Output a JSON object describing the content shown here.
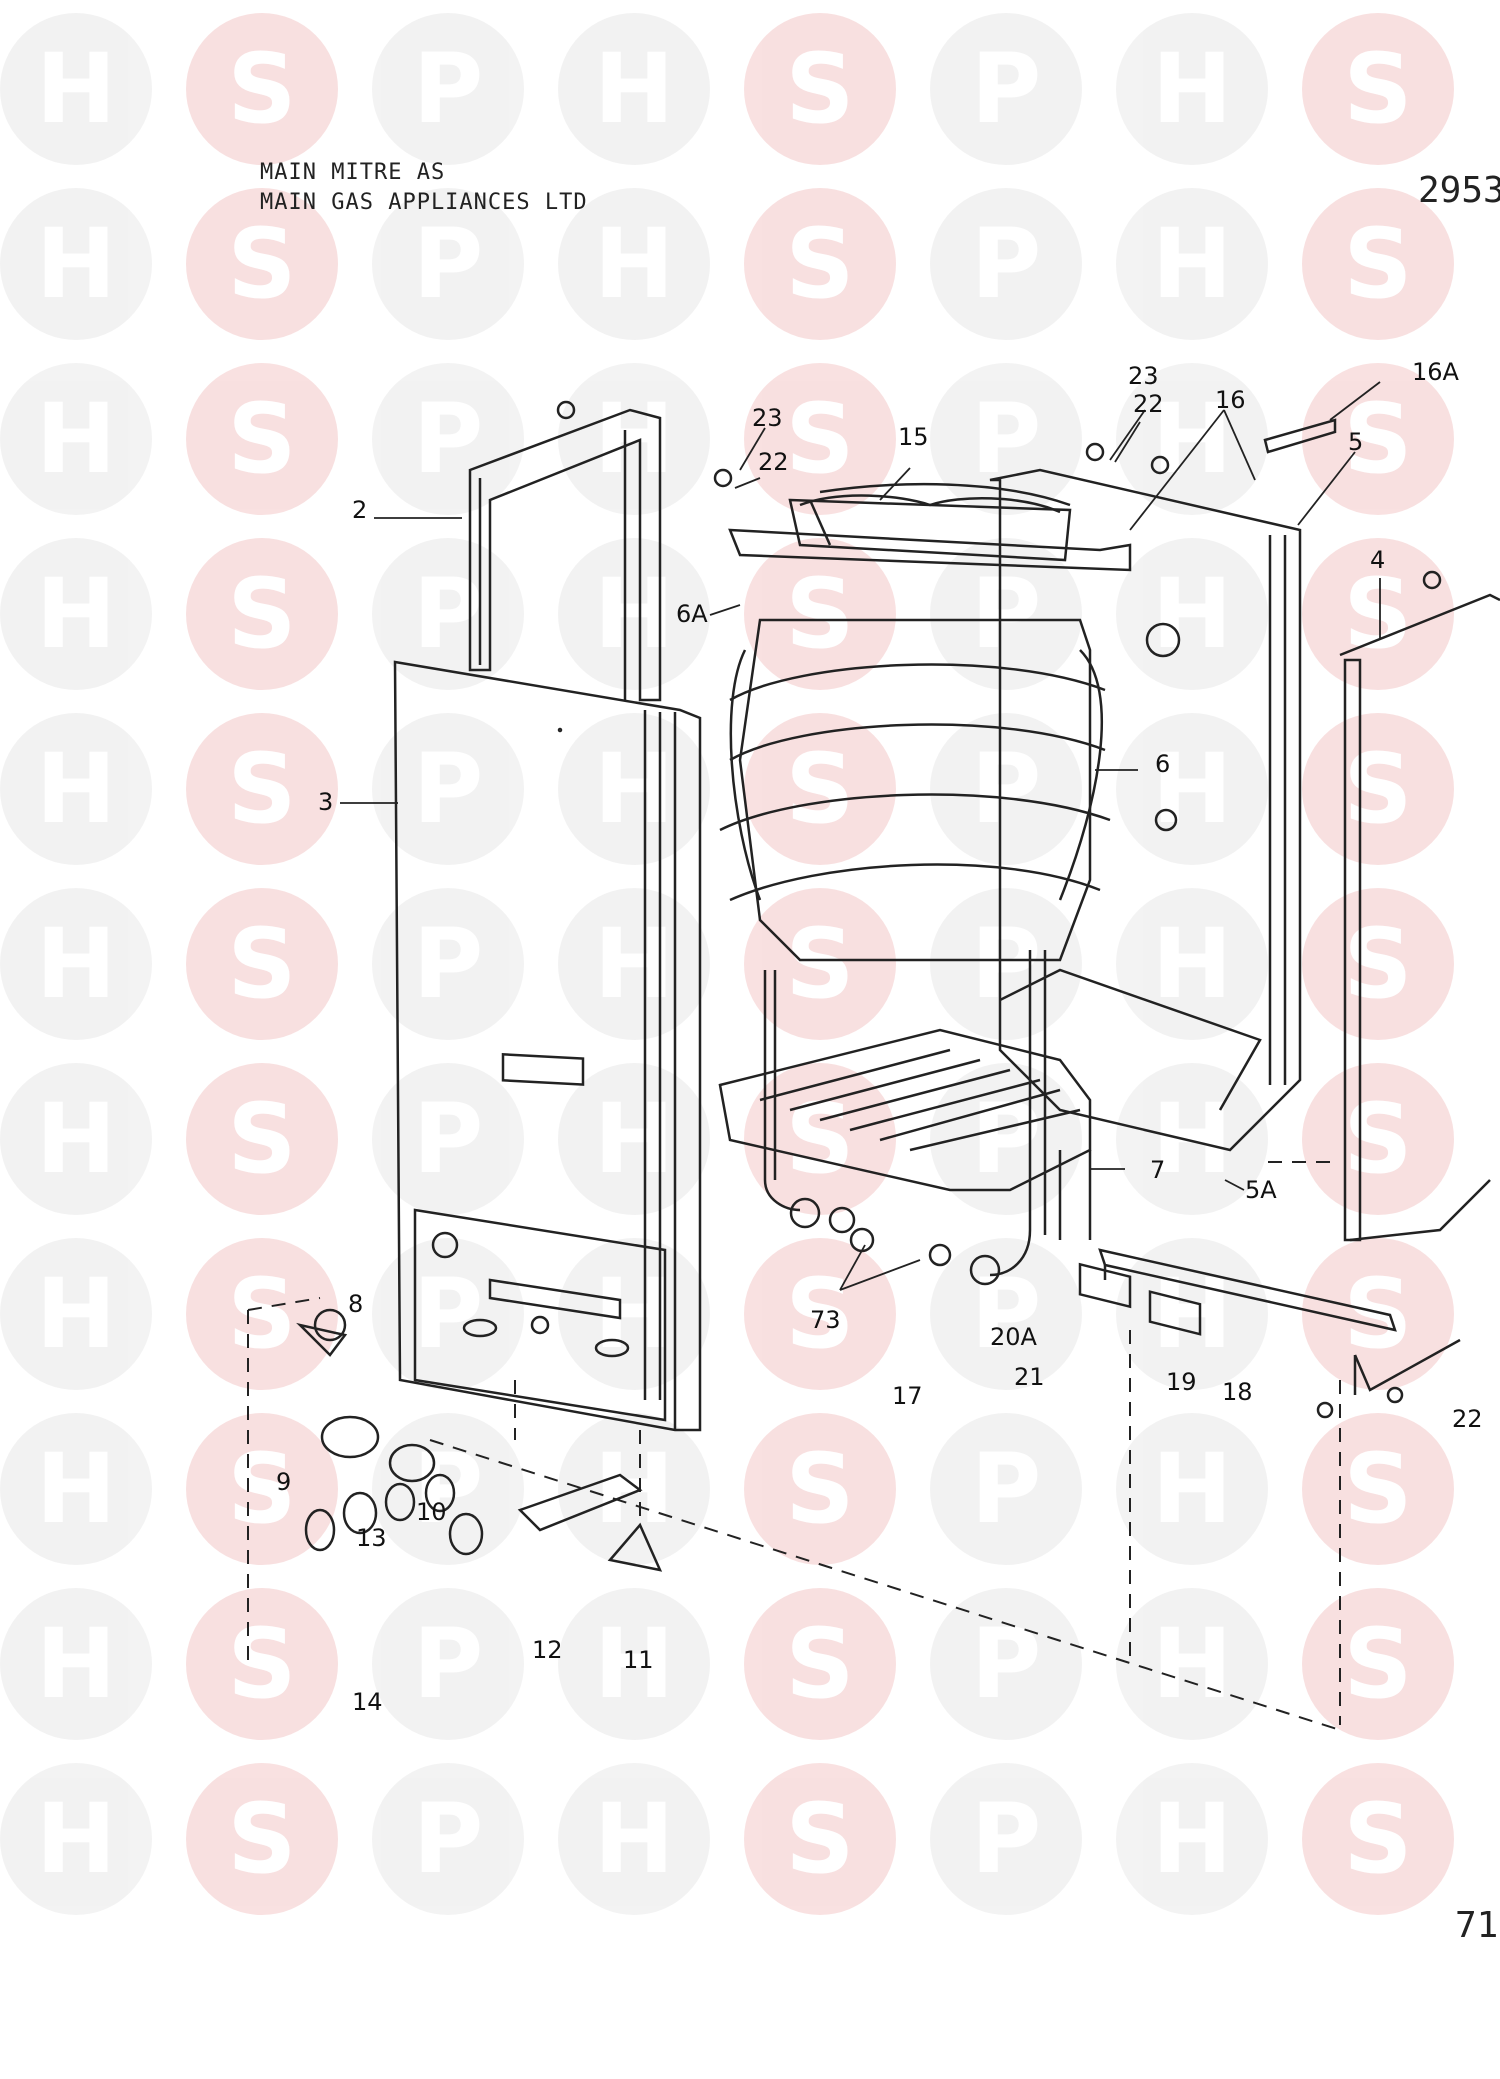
{
  "header": {
    "line1": "MAIN MITRE AS",
    "line2": "MAIN GAS APPLIANCES LTD",
    "drawing_number": "2953",
    "page_ref": "71"
  },
  "watermark": {
    "letters": [
      "H",
      "S",
      "P"
    ],
    "colors": {
      "H": "#e9e9e9",
      "S": "#f4c8c8",
      "P": "#e9e9e9"
    }
  },
  "callouts": [
    "2",
    "3",
    "4",
    "5",
    "5A",
    "6",
    "6A",
    "7",
    "8",
    "9",
    "10",
    "11",
    "12",
    "13",
    "14",
    "15",
    "16",
    "16A",
    "17",
    "18",
    "19",
    "20A",
    "21",
    "22",
    "22",
    "22",
    "23",
    "23",
    "73"
  ]
}
